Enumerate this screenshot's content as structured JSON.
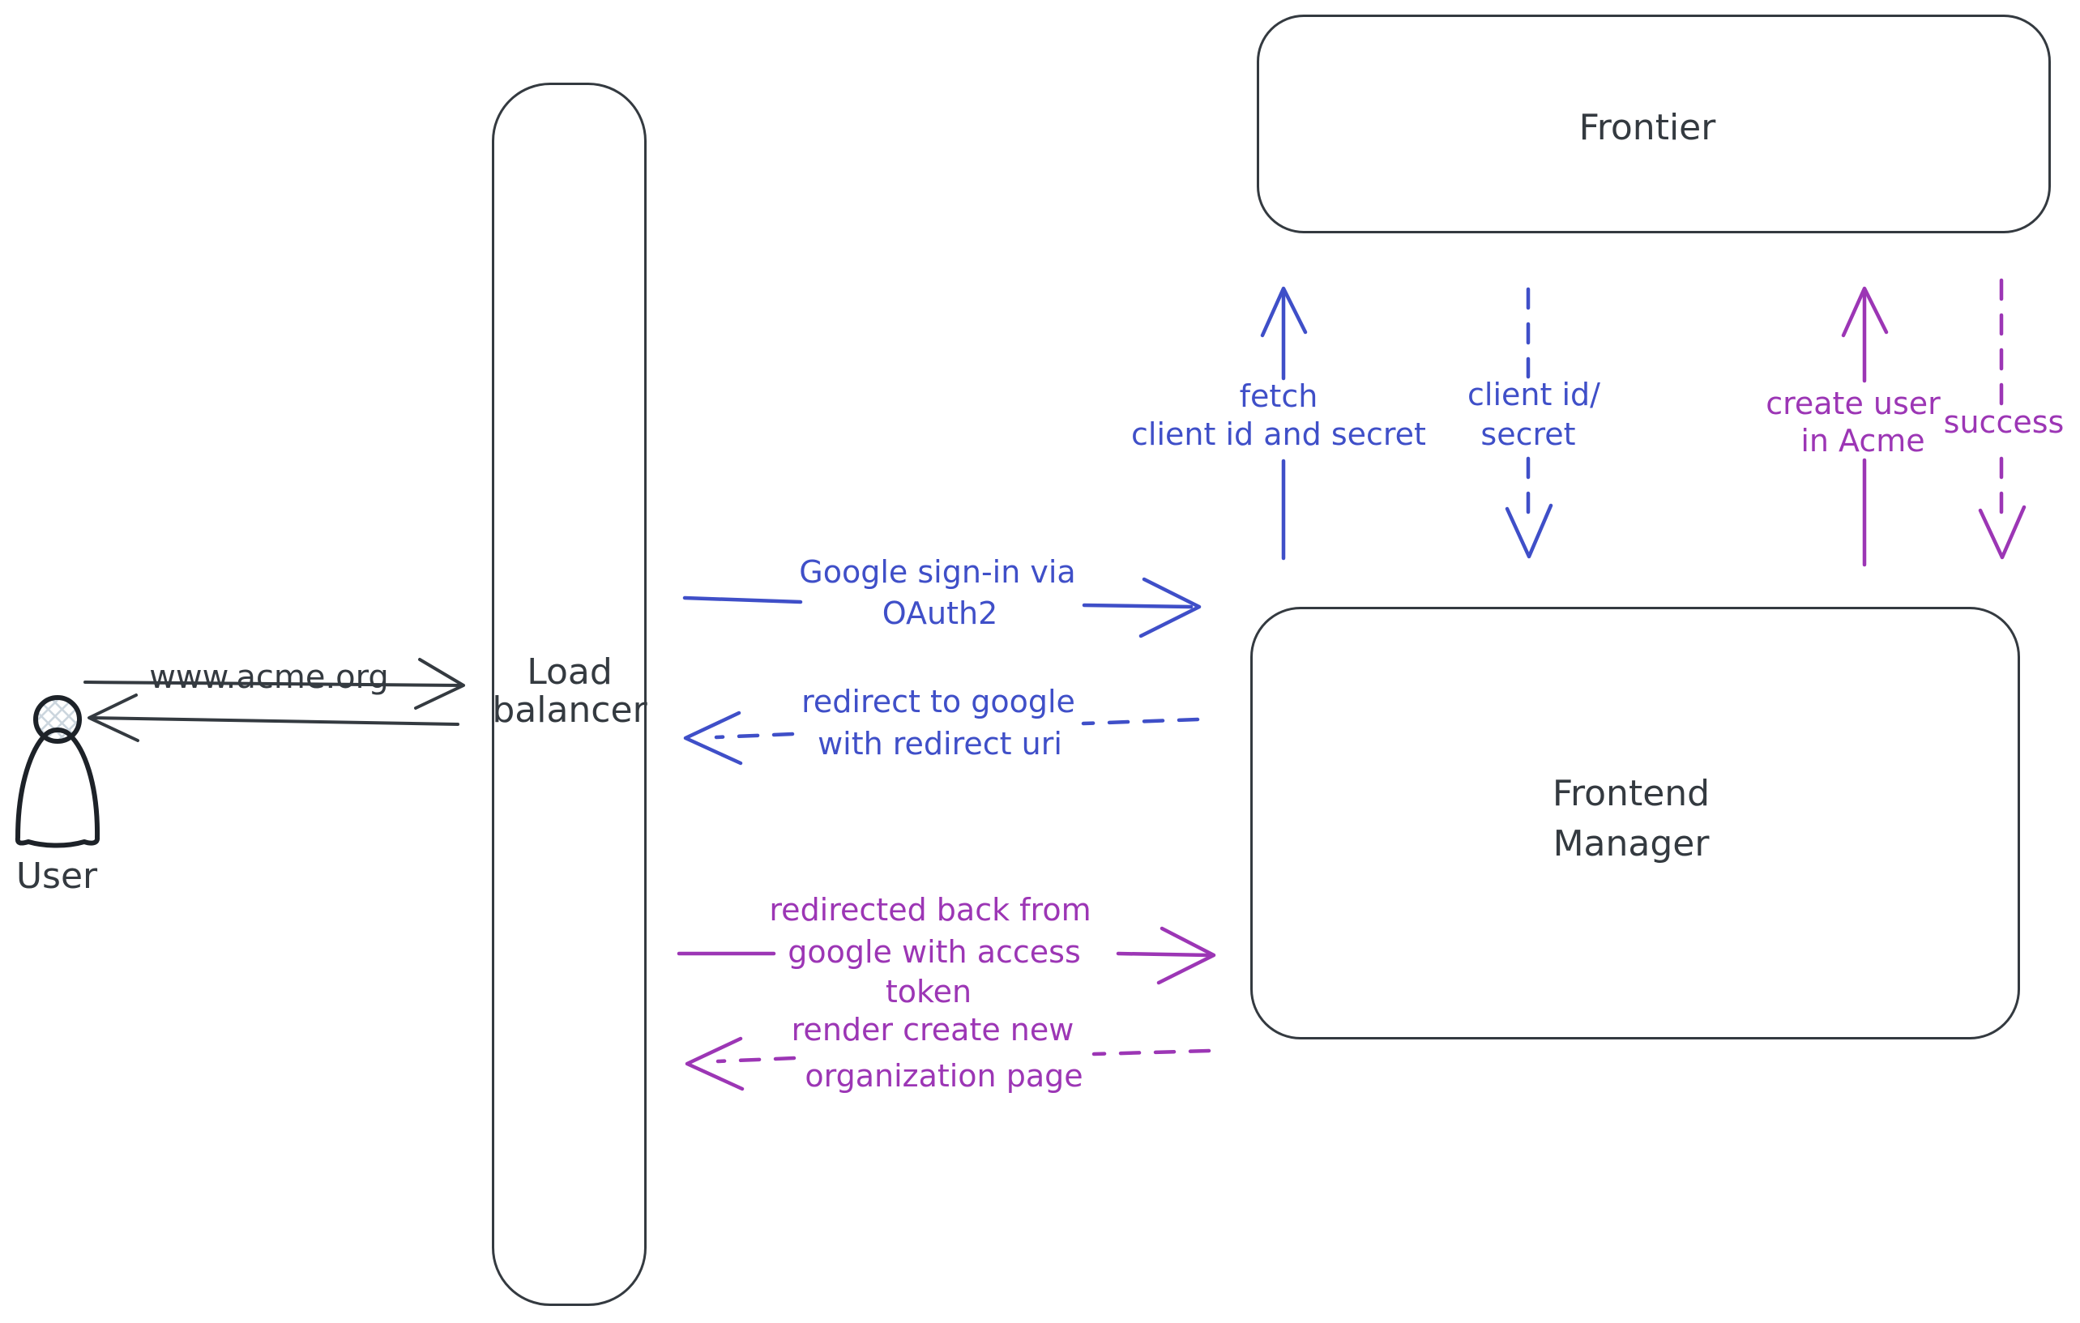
{
  "diagram": {
    "background": "#ffffff",
    "colors": {
      "node_stroke": "#343a40",
      "blue": "#3f4fc8",
      "purple": "#9c36b5",
      "user_hatch": "#ccd6de"
    },
    "actors": {
      "user": {
        "label": "User",
        "icon": "person-icon"
      }
    },
    "nodes": {
      "load_balancer": {
        "label_line1": "Load",
        "label_line2": "balancer"
      },
      "frontier": {
        "label": "Frontier"
      },
      "frontend_manager": {
        "label_line1": "Frontend",
        "label_line2": "Manager"
      }
    },
    "edges": {
      "www_acme": {
        "label": "www.acme.org",
        "from": "User",
        "to": "Load balancer",
        "style": "solid",
        "color": "#343a40"
      },
      "return_to_user": {
        "from": "Load balancer",
        "to": "User",
        "style": "solid",
        "color": "#343a40"
      },
      "google_signin": {
        "label_line1": "Google sign-in via",
        "label_line2": "OAuth2",
        "from": "Load balancer",
        "to": "Frontend Manager",
        "style": "solid",
        "color": "#3f4fc8"
      },
      "redirect_to_google": {
        "label_line1": "redirect to google",
        "label_line2": "with redirect uri",
        "from": "Frontend Manager",
        "to": "Load balancer",
        "style": "dashed",
        "color": "#3f4fc8"
      },
      "fetch_client_id": {
        "label_line1": "fetch",
        "label_line2": "client id and secret",
        "from": "Frontend Manager",
        "to": "Frontier",
        "style": "solid",
        "color": "#3f4fc8"
      },
      "client_id_secret": {
        "label_line1": "client id/",
        "label_line2": "secret",
        "from": "Frontier",
        "to": "Frontend Manager",
        "style": "dashed",
        "color": "#3f4fc8"
      },
      "create_user": {
        "label_line1": "create user",
        "label_line2": "in Acme",
        "from": "Frontend Manager",
        "to": "Frontier",
        "style": "solid",
        "color": "#9c36b5"
      },
      "success": {
        "label": "success",
        "from": "Frontier",
        "to": "Frontend Manager",
        "style": "dashed",
        "color": "#9c36b5"
      },
      "redirected_back": {
        "label_line1": "redirected back from",
        "label_line2": "google with access",
        "label_line3": "token",
        "from": "Load balancer",
        "to": "Frontend Manager",
        "style": "solid",
        "color": "#9c36b5"
      },
      "render_org_page": {
        "label_line1": "render create new",
        "label_line2": "organization page",
        "from": "Frontend Manager",
        "to": "Load balancer",
        "style": "dashed",
        "color": "#9c36b5"
      }
    }
  }
}
